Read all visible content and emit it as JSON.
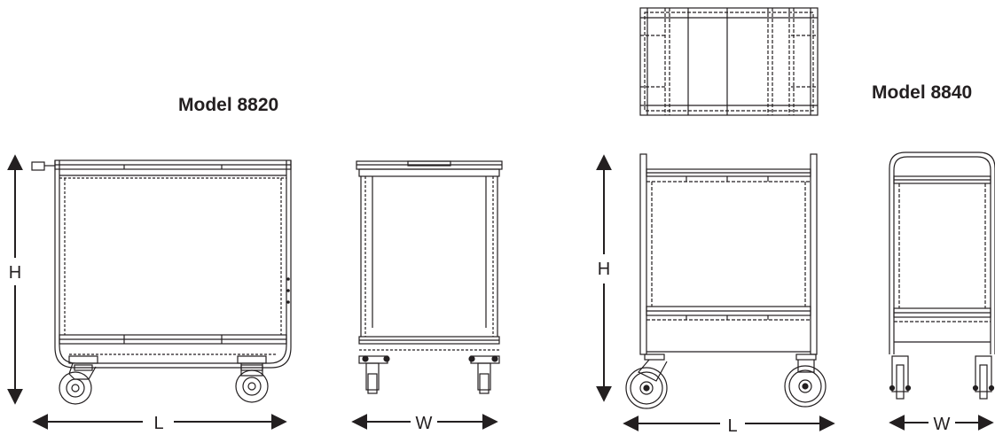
{
  "models": [
    {
      "title": "Model 8820",
      "height_label": "H",
      "length_label": "L",
      "width_label": "W"
    },
    {
      "title": "Model 8840",
      "height_label": "H",
      "length_label": "L",
      "width_label": "W"
    }
  ],
  "colors": {
    "line": "#231f20",
    "background": "#ffffff"
  }
}
